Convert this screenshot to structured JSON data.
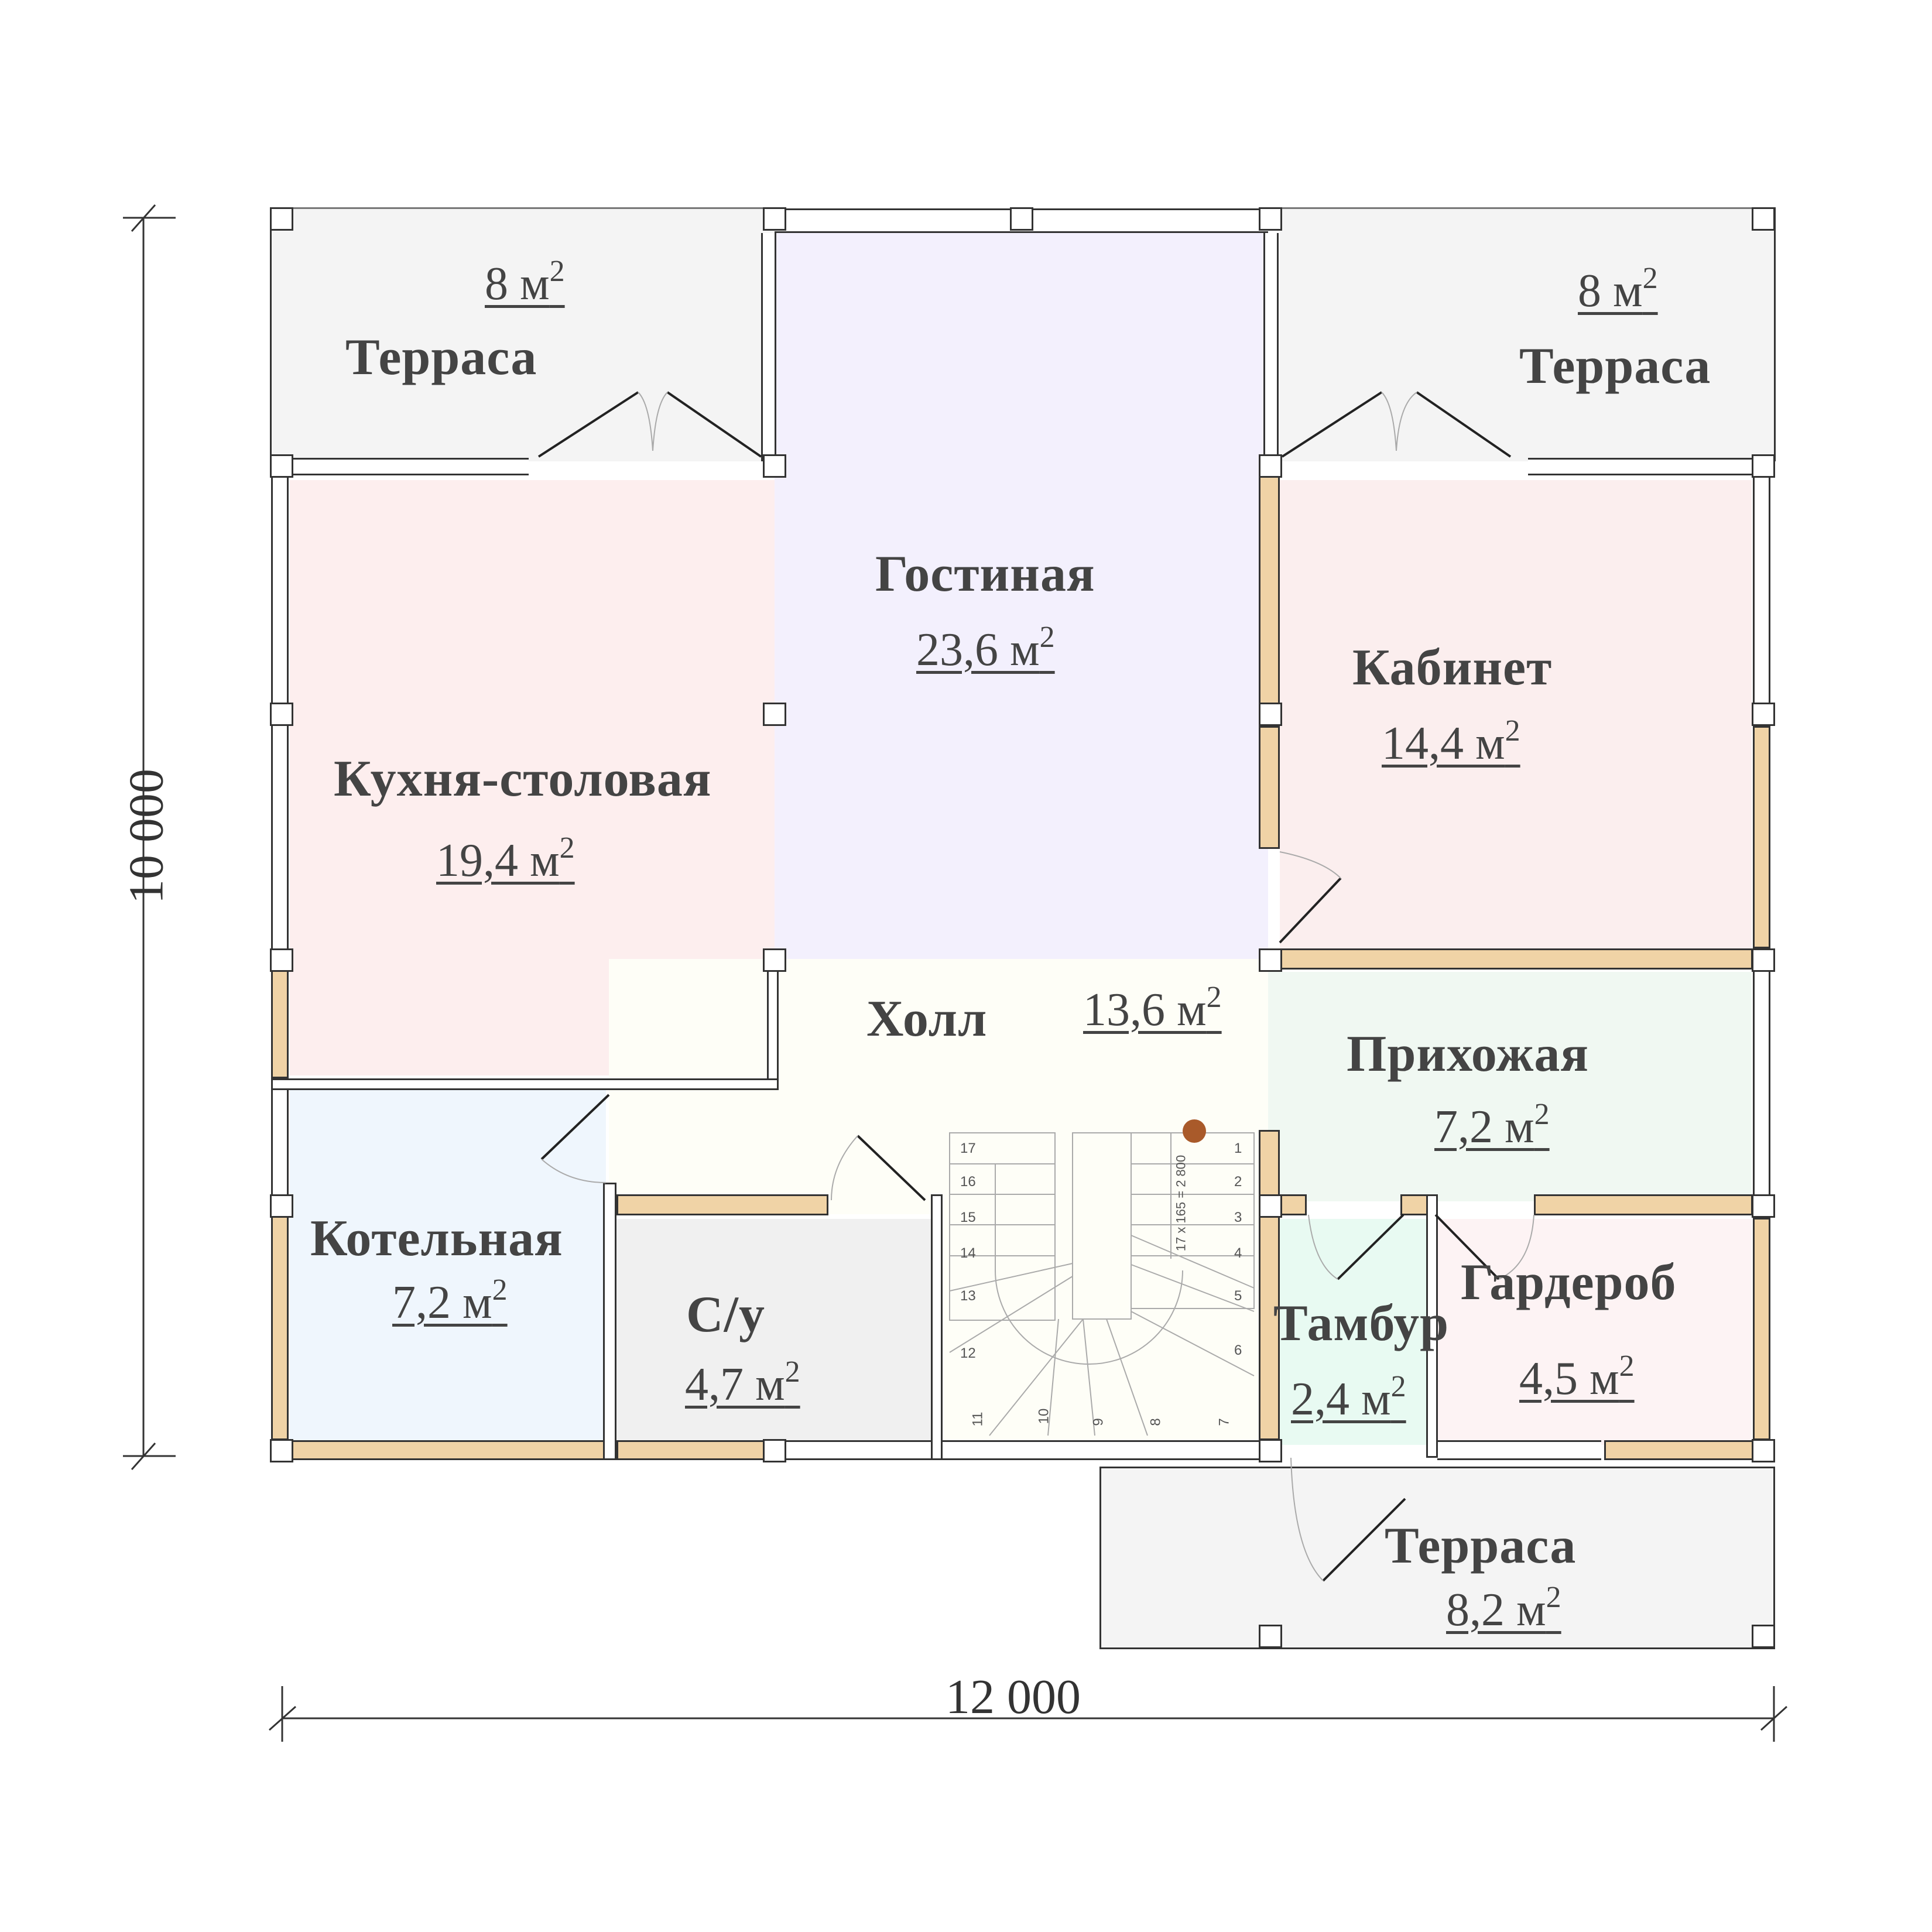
{
  "plan": {
    "title": "Floor plan",
    "dimensions": {
      "width": "12 000",
      "height": "10 000"
    },
    "rooms": [
      {
        "name": "Терраса",
        "area": "8",
        "unit": "м",
        "sup": "2"
      },
      {
        "name": "Терраса",
        "area": "8",
        "unit": "м",
        "sup": "2"
      },
      {
        "name": "Гостиная",
        "area": "23,6",
        "unit": "м",
        "sup": "2"
      },
      {
        "name": "Кухня-столовая",
        "area": "19,4",
        "unit": "м",
        "sup": "2"
      },
      {
        "name": "Кабинет",
        "area": "14,4",
        "unit": "м",
        "sup": "2"
      },
      {
        "name": "Холл",
        "area": "13,6",
        "unit": "м",
        "sup": "2"
      },
      {
        "name": "Прихожая",
        "area": "7,2",
        "unit": "м",
        "sup": "2"
      },
      {
        "name": "Котельная",
        "area": "7,2",
        "unit": "м",
        "sup": "2"
      },
      {
        "name": "С/у",
        "area": "4,7",
        "unit": "м",
        "sup": "2"
      },
      {
        "name": "Тамбур",
        "area": "2,4",
        "unit": "м",
        "sup": "2"
      },
      {
        "name": "Гардероб",
        "area": "4,5",
        "unit": "м",
        "sup": "2"
      },
      {
        "name": "Терраса",
        "area": "8,2",
        "unit": "м",
        "sup": "2"
      }
    ],
    "stairs": {
      "annotation": "17 x 165 = 2 800",
      "steps": [
        "1",
        "2",
        "3",
        "4",
        "5",
        "6",
        "7",
        "8",
        "9",
        "10",
        "11",
        "12",
        "13",
        "14",
        "15",
        "16",
        "17"
      ]
    },
    "colors": {
      "terrace": "#f4f4f4",
      "living": "#f3f0fd",
      "kitchen": "#fdeeee",
      "office": "#fbeeee",
      "hall": "#fefef7",
      "entry": "#f0f8f2",
      "boiler": "#eff6fd",
      "bathroom": "#f0f0f0",
      "vestibule": "#e8faf2",
      "wardrobe": "#fdf3f4",
      "wall": "#f0d3a6",
      "marker": "#a95a2a"
    }
  }
}
